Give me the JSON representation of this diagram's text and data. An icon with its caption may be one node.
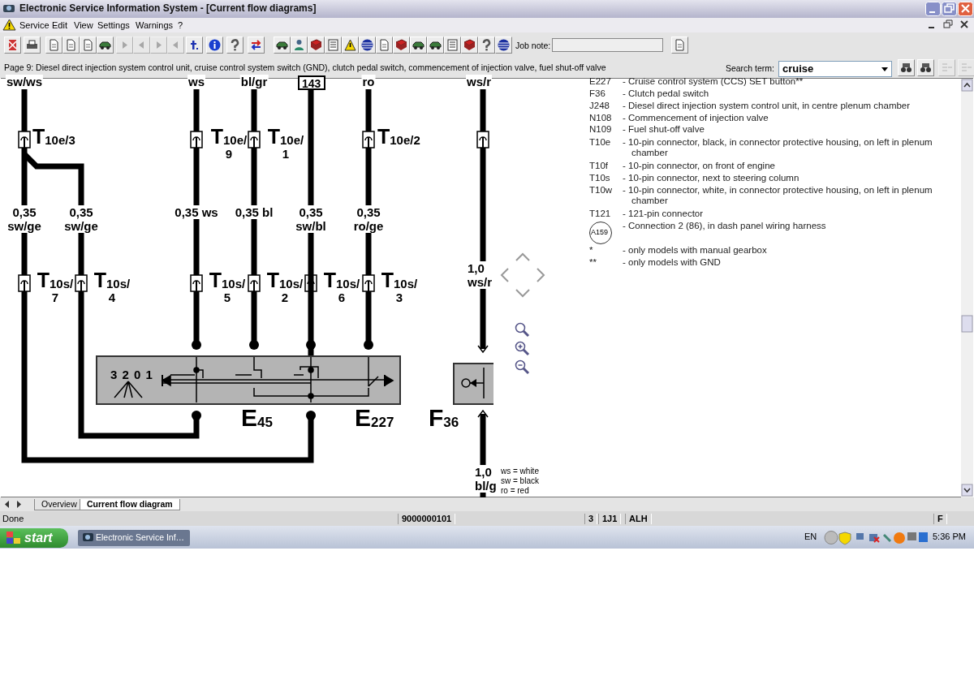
{
  "diagram": {
    "title": "Electronic Service Information System - [Current flow diagrams]",
    "nodes": [
      {
        "text": [
          "143"
        ]
      },
      {
        "text": [
          "3 2 0 1"
        ]
      },
      {
        "text": [],
        "shape": "box"
      },
      {
        "text": [
          "A159"
        ]
      }
    ],
    "edges": [
      {
        "from": 0,
        "to": 1,
        "arrow": "other"
      }
    ],
    "labels": [
      "Service",
      "Edit",
      "View",
      "Settings",
      "Warnings",
      "?",
      "Job note:",
      "Page 9: Diesel direct injection system control unit, cruise control system switch (GND), clutch pedal switch, commencement of injection valve, fuel shut-off valve",
      "Search term:",
      "cruise",
      "sw/ws",
      "ws",
      "bl/gr",
      "ro",
      "ws/r",
      "T$_{10e/3}$",
      "T$_{10e/}$ 9",
      "T$_{10e/}$ 1",
      "T$_{10e/2}$",
      "0,35 sw/ge",
      "0,35 sw/ge",
      "0,35 ws",
      "0,35 bl",
      "0,35 sw/bl",
      "0,35 ro/ge",
      "1,0 ws/r",
      "T$_{10s/}$ 7",
      "T$_{10s/}$ 4",
      "T$_{10s/}$ 5",
      "T$_{10s/}$ 2",
      "T$_{10s/}$ 6",
      "T$_{10s/}$ 3",
      "E$_{45}$",
      "E$_{227}$",
      "F$_{36}$",
      "1,0 bl/g",
      "ws = white",
      "sw = black",
      "ro = red",
      "E227",
      "- Cruise control system (CCS) SET button**",
      "F36",
      "- Clutch pedal switch",
      "J248",
      "- Diesel direct injection system control unit, in centre plenum chamber",
      "N108",
      "- Commencement of injection valve",
      "N109",
      "- Fuel shut-off valve",
      "T10e",
      "- 10-pin connector, black, in connector protective housing, on left in plenum chamber",
      "T10f",
      "- 10-pin connector, on front of engine",
      "T10s",
      "- 10-pin connector, next to steering column",
      "T10w",
      "- 10-pin connector, white, in connector protective housing, on left in plenum chamber",
      "T121",
      "- 121-pin connector",
      "- Connection 2 (86), in dash panel wiring harness",
      "*",
      "- only models with manual gearbox",
      "**",
      "- only models with GND",
      "Overview",
      "Current flow diagram",
      "Done",
      "9000000101",
      "3",
      "1J1",
      "ALH",
      "F",
      "start",
      "Electronic Service Inf…",
      "EN",
      "5:36 PM"
    ]
  }
}
